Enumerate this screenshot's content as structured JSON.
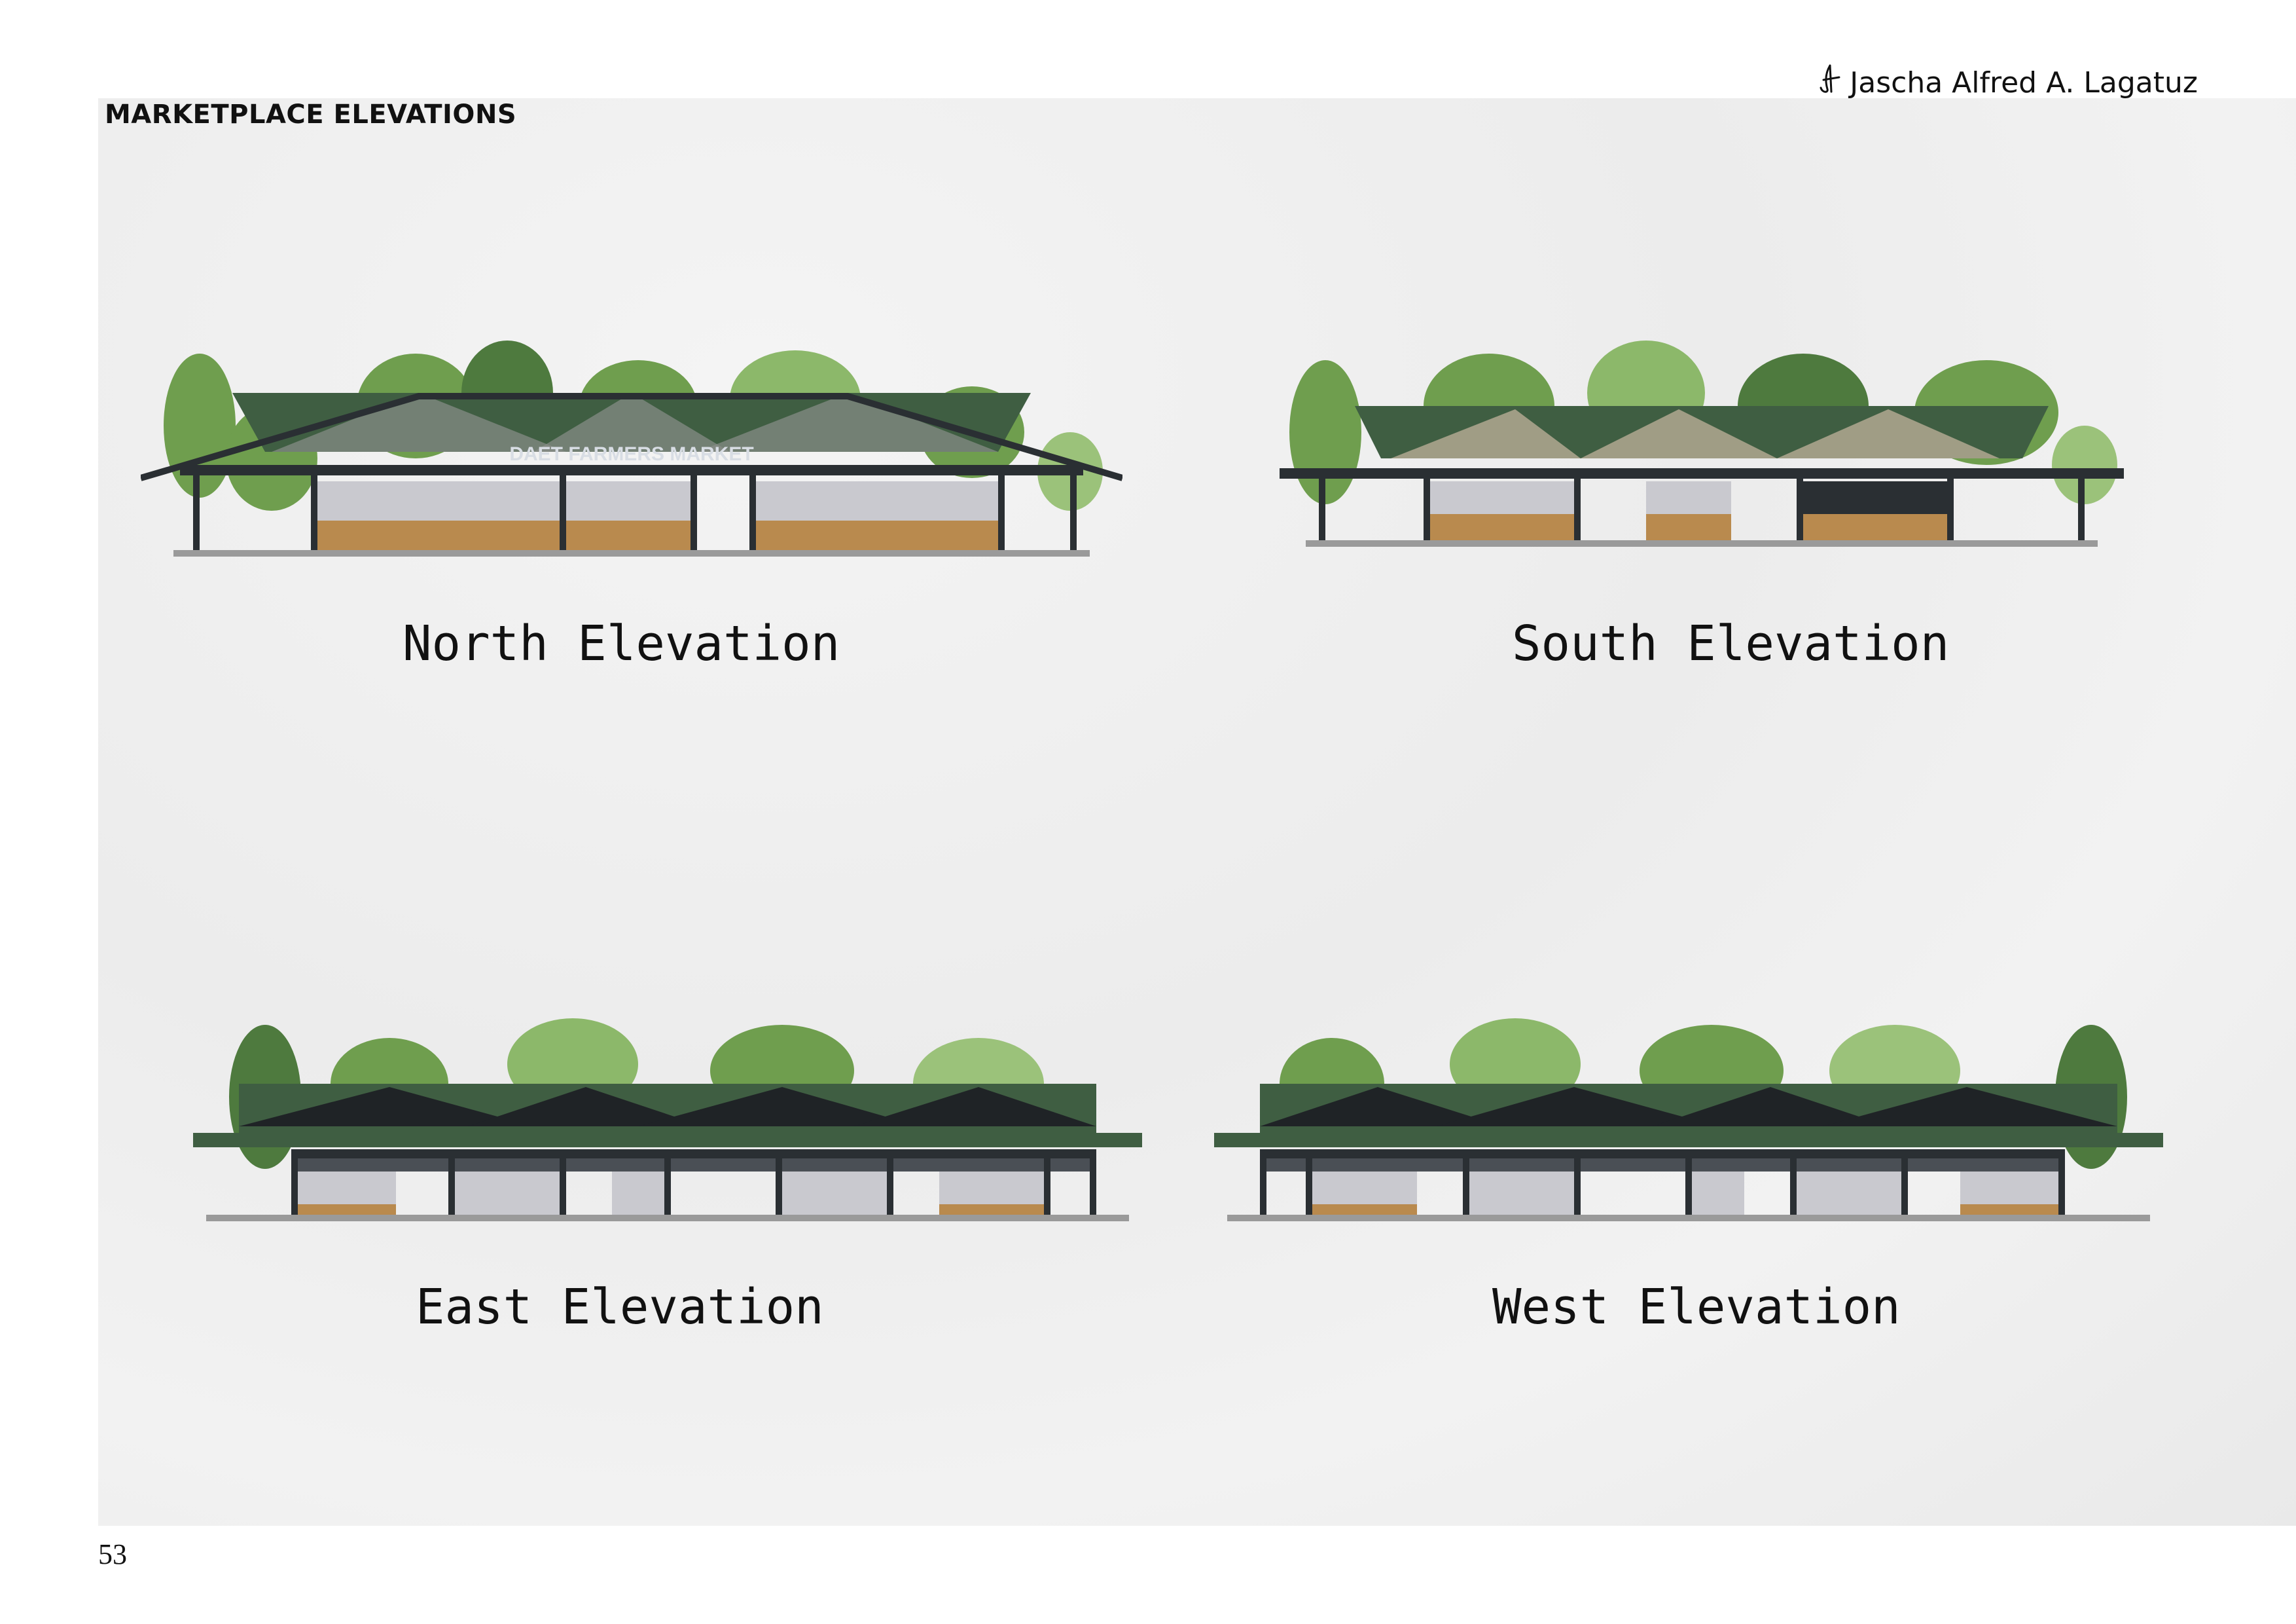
{
  "header": {
    "title": "MARKETPLACE ELEVATIONS",
    "author": "Jascha Alfred A. Lagatuz"
  },
  "elevations": [
    {
      "caption": "North Elevation",
      "sign": "DAET FARMERS MARKET"
    },
    {
      "caption": "South Elevation"
    },
    {
      "caption": "East Elevation"
    },
    {
      "caption": "West Elevation"
    }
  ],
  "footer": {
    "page_number": "53"
  },
  "colors": {
    "roof_green": "#3f5e42",
    "frame_dark": "#2a2f33",
    "wall_grey": "#c9c9cf",
    "wood": "#b98a4e",
    "tree_green": "#7fae5a",
    "tree_dark": "#4e7a3e"
  }
}
